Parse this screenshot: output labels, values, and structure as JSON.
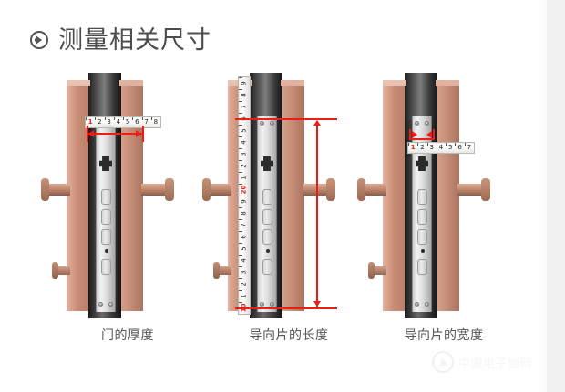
{
  "header": {
    "icon": "circle-arrow-right-icon",
    "title": "测量相关尺寸"
  },
  "figures": [
    {
      "id": "door-thickness",
      "caption": "门的厚度",
      "measure_type": "horizontal-double-arrow",
      "tape": {
        "orientation": "horizontal",
        "ticks": [
          "1",
          "2",
          "3",
          "4",
          "5",
          "6",
          "7",
          "8"
        ],
        "red_tick": "1"
      }
    },
    {
      "id": "guide-plate-length",
      "caption": "导向片的长度",
      "measure_type": "vertical-double-arrow",
      "tape": {
        "orientation": "vertical",
        "ticks": [
          "9",
          "8",
          "7",
          "6",
          "5",
          "4",
          "3",
          "2",
          "1",
          "20",
          "9",
          "8",
          "7",
          "6",
          "5",
          "4",
          "3",
          "2",
          "1",
          "10"
        ],
        "red_ticks": [
          "20",
          "10"
        ]
      }
    },
    {
      "id": "guide-plate-width",
      "caption": "导向片的宽度",
      "measure_type": "bracket-inward-arrows",
      "tape": {
        "orientation": "horizontal",
        "ticks": [
          "1",
          "2",
          "3",
          "4",
          "5",
          "6",
          "7"
        ],
        "red_tick": "1"
      }
    }
  ],
  "watermark": {
    "logo": "brand-logo-icon",
    "text": "中国电子锁网"
  },
  "colors": {
    "accent_red": "#ee1c12",
    "title_text": "#4c4c4c",
    "caption_text": "#575757",
    "copper": "#c98d76",
    "lock_body_dark": "#1a1a1a",
    "faceplate_steel": "#dcdcdc",
    "page_margin": "#f1f1f1"
  }
}
